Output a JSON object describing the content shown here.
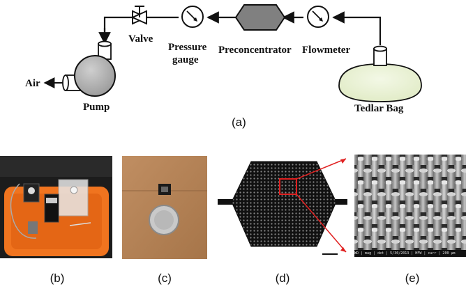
{
  "components": {
    "valve": "Valve",
    "pressure_gauge_line1": "Pressure",
    "pressure_gauge_line2": "gauge",
    "preconcentrator": "Preconcentrator",
    "flowmeter": "Flowmeter",
    "air": "Air",
    "pump": "Pump",
    "tedlar_bag": "Tedlar Bag"
  },
  "captions": {
    "a": "(a)",
    "b": "(b)",
    "c": "(c)",
    "d": "(d)",
    "e": "(e)"
  },
  "sem_info_bar": "WD | mag | det | 5/30/2013 | HFW | curr | 200 µm",
  "colors": {
    "pump": "#b3b3b3",
    "preconcentrator": "#808080",
    "tedlar_bag": "#eaf2d6",
    "tray": "#f0741f",
    "zoom_box": "#e02020"
  }
}
